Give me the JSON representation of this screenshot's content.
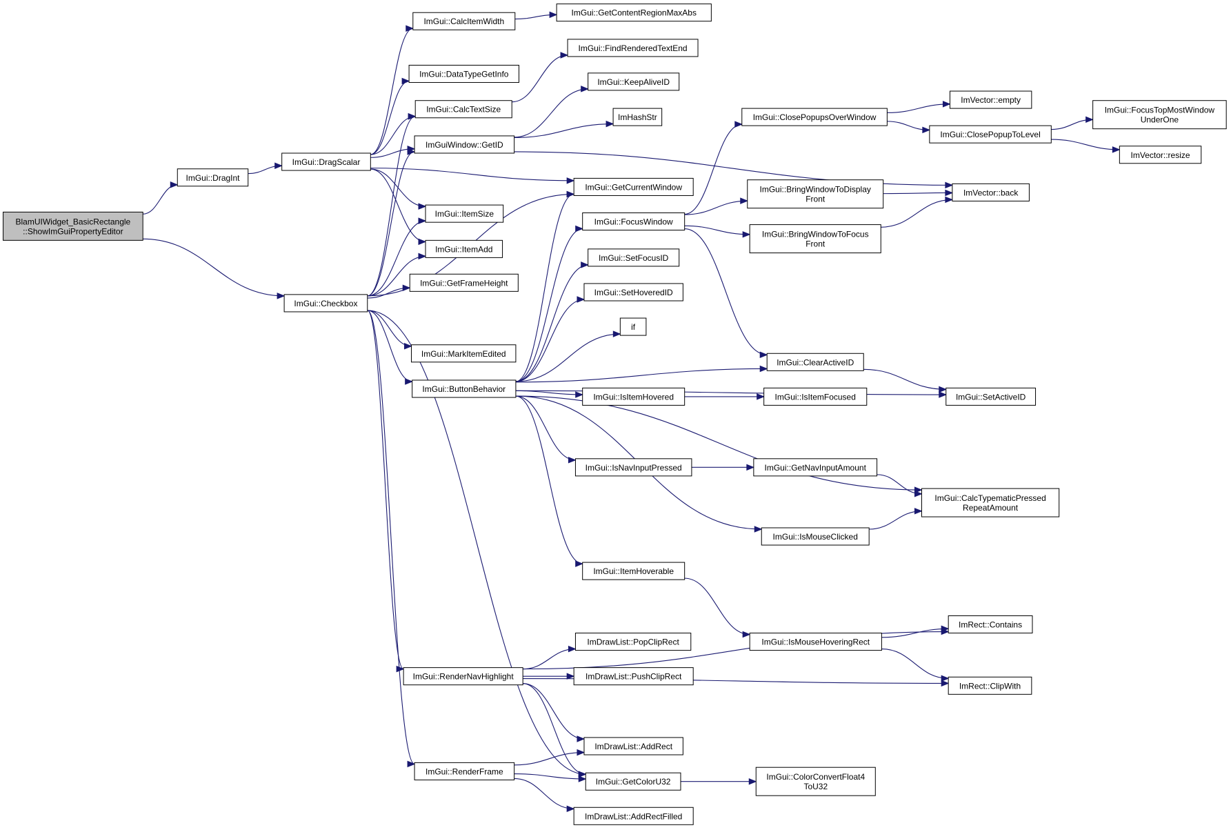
{
  "diagram": {
    "type": "call-graph",
    "nodes": [
      {
        "id": "root",
        "lines": [
          "BlamUIWidget_BasicRectangle",
          "::ShowImGuiPropertyEditor"
        ]
      },
      {
        "id": "dragint",
        "lines": [
          "ImGui::DragInt"
        ]
      },
      {
        "id": "checkbox",
        "lines": [
          "ImGui::Checkbox"
        ]
      },
      {
        "id": "dragscalar",
        "lines": [
          "ImGui::DragScalar"
        ]
      },
      {
        "id": "calcitemwidth",
        "lines": [
          "ImGui::CalcItemWidth"
        ]
      },
      {
        "id": "getcontentregionmaxabs",
        "lines": [
          "ImGui::GetContentRegionMaxAbs"
        ]
      },
      {
        "id": "datatypegetinfo",
        "lines": [
          "ImGui::DataTypeGetInfo"
        ]
      },
      {
        "id": "findrenderedtextend",
        "lines": [
          "ImGui::FindRenderedTextEnd"
        ]
      },
      {
        "id": "calctextsize",
        "lines": [
          "ImGui::CalcTextSize"
        ]
      },
      {
        "id": "keepaliveid",
        "lines": [
          "ImGui::KeepAliveID"
        ]
      },
      {
        "id": "imhashstr",
        "lines": [
          "ImHashStr"
        ]
      },
      {
        "id": "windowgetid",
        "lines": [
          "ImGuiWindow::GetID"
        ]
      },
      {
        "id": "getcurrentwindow",
        "lines": [
          "ImGui::GetCurrentWindow"
        ]
      },
      {
        "id": "itemsize",
        "lines": [
          "ImGui::ItemSize"
        ]
      },
      {
        "id": "focuswindow",
        "lines": [
          "ImGui::FocusWindow"
        ]
      },
      {
        "id": "itemadd",
        "lines": [
          "ImGui::ItemAdd"
        ]
      },
      {
        "id": "setfocusid",
        "lines": [
          "ImGui::SetFocusID"
        ]
      },
      {
        "id": "getframeheight",
        "lines": [
          "ImGui::GetFrameHeight"
        ]
      },
      {
        "id": "sethoveredid",
        "lines": [
          "ImGui::SetHoveredID"
        ]
      },
      {
        "id": "if",
        "lines": [
          "if"
        ]
      },
      {
        "id": "markitemedited",
        "lines": [
          "ImGui::MarkItemEdited"
        ]
      },
      {
        "id": "buttonbehavior",
        "lines": [
          "ImGui::ButtonBehavior"
        ]
      },
      {
        "id": "isitemhovered",
        "lines": [
          "ImGui::IsItemHovered"
        ]
      },
      {
        "id": "isnavinputpressed",
        "lines": [
          "ImGui::IsNavInputPressed"
        ]
      },
      {
        "id": "itemhoverable",
        "lines": [
          "ImGui::ItemHoverable"
        ]
      },
      {
        "id": "closepopupsoverwindow",
        "lines": [
          "ImGui::ClosePopupsOverWindow"
        ]
      },
      {
        "id": "vectorempty",
        "lines": [
          "ImVector::empty"
        ]
      },
      {
        "id": "closepopuptolevel",
        "lines": [
          "ImGui::ClosePopupToLevel"
        ]
      },
      {
        "id": "focustopmostwindow",
        "lines": [
          "ImGui::FocusTopMostWindow",
          "UnderOne"
        ]
      },
      {
        "id": "vectorresize",
        "lines": [
          "ImVector::resize"
        ]
      },
      {
        "id": "bringtodisplayfront",
        "lines": [
          "ImGui::BringWindowToDisplay",
          "Front"
        ]
      },
      {
        "id": "vectorback",
        "lines": [
          "ImVector::back"
        ]
      },
      {
        "id": "bringtofocusfront",
        "lines": [
          "ImGui::BringWindowToFocus",
          "Front"
        ]
      },
      {
        "id": "clearactiveid",
        "lines": [
          "ImGui::ClearActiveID"
        ]
      },
      {
        "id": "isitemfocused",
        "lines": [
          "ImGui::IsItemFocused"
        ]
      },
      {
        "id": "setactiveid",
        "lines": [
          "ImGui::SetActiveID"
        ]
      },
      {
        "id": "getnavinputamount",
        "lines": [
          "ImGui::GetNavInputAmount"
        ]
      },
      {
        "id": "calctypematic",
        "lines": [
          "ImGui::CalcTypematicPressed",
          "RepeatAmount"
        ]
      },
      {
        "id": "ismouseclicked",
        "lines": [
          "ImGui::IsMouseClicked"
        ]
      },
      {
        "id": "ismousehoveringrect",
        "lines": [
          "ImGui::IsMouseHoveringRect"
        ]
      },
      {
        "id": "rectcontains",
        "lines": [
          "ImRect::Contains"
        ]
      },
      {
        "id": "rectclipwith",
        "lines": [
          "ImRect::ClipWith"
        ]
      },
      {
        "id": "popcliprect",
        "lines": [
          "ImDrawList::PopClipRect"
        ]
      },
      {
        "id": "pushcliprect",
        "lines": [
          "ImDrawList::PushClipRect"
        ]
      },
      {
        "id": "rendernavhighlight",
        "lines": [
          "ImGui::RenderNavHighlight"
        ]
      },
      {
        "id": "addrect",
        "lines": [
          "ImDrawList::AddRect"
        ]
      },
      {
        "id": "renderframe",
        "lines": [
          "ImGui::RenderFrame"
        ]
      },
      {
        "id": "getcoloru32",
        "lines": [
          "ImGui::GetColorU32"
        ]
      },
      {
        "id": "colorconvert",
        "lines": [
          "ImGui::ColorConvertFloat4",
          "ToU32"
        ]
      },
      {
        "id": "addrectfilled",
        "lines": [
          "ImDrawList::AddRectFilled"
        ]
      }
    ],
    "edges": [
      [
        "root",
        "dragint"
      ],
      [
        "root",
        "checkbox"
      ],
      [
        "dragint",
        "dragscalar"
      ],
      [
        "dragscalar",
        "calcitemwidth"
      ],
      [
        "dragscalar",
        "datatypegetinfo"
      ],
      [
        "dragscalar",
        "calctextsize"
      ],
      [
        "dragscalar",
        "windowgetid"
      ],
      [
        "dragscalar",
        "getcurrentwindow"
      ],
      [
        "dragscalar",
        "itemsize"
      ],
      [
        "dragscalar",
        "itemadd"
      ],
      [
        "calcitemwidth",
        "getcontentregionmaxabs"
      ],
      [
        "calctextsize",
        "findrenderedtextend"
      ],
      [
        "windowgetid",
        "keepaliveid"
      ],
      [
        "windowgetid",
        "imhashstr"
      ],
      [
        "windowgetid",
        "vectorback"
      ],
      [
        "checkbox",
        "calctextsize"
      ],
      [
        "checkbox",
        "windowgetid"
      ],
      [
        "checkbox",
        "getcurrentwindow"
      ],
      [
        "checkbox",
        "itemsize"
      ],
      [
        "checkbox",
        "itemadd"
      ],
      [
        "checkbox",
        "getframeheight"
      ],
      [
        "checkbox",
        "markitemedited"
      ],
      [
        "checkbox",
        "buttonbehavior"
      ],
      [
        "checkbox",
        "rendernavhighlight"
      ],
      [
        "checkbox",
        "renderframe"
      ],
      [
        "checkbox",
        "getcoloru32"
      ],
      [
        "buttonbehavior",
        "getcurrentwindow"
      ],
      [
        "buttonbehavior",
        "focuswindow"
      ],
      [
        "buttonbehavior",
        "setfocusid"
      ],
      [
        "buttonbehavior",
        "sethoveredid"
      ],
      [
        "buttonbehavior",
        "if"
      ],
      [
        "buttonbehavior",
        "clearactiveid"
      ],
      [
        "buttonbehavior",
        "isitemhovered"
      ],
      [
        "buttonbehavior",
        "setactiveid"
      ],
      [
        "buttonbehavior",
        "isnavinputpressed"
      ],
      [
        "buttonbehavior",
        "calctypematic"
      ],
      [
        "buttonbehavior",
        "ismouseclicked"
      ],
      [
        "buttonbehavior",
        "itemhoverable"
      ],
      [
        "focuswindow",
        "closepopupsoverwindow"
      ],
      [
        "focuswindow",
        "bringtodisplayfront"
      ],
      [
        "focuswindow",
        "bringtofocusfront"
      ],
      [
        "focuswindow",
        "clearactiveid"
      ],
      [
        "closepopupsoverwindow",
        "vectorempty"
      ],
      [
        "closepopupsoverwindow",
        "closepopuptolevel"
      ],
      [
        "closepopuptolevel",
        "focustopmostwindow"
      ],
      [
        "closepopuptolevel",
        "vectorresize"
      ],
      [
        "bringtodisplayfront",
        "vectorback"
      ],
      [
        "bringtofocusfront",
        "vectorback"
      ],
      [
        "clearactiveid",
        "setactiveid"
      ],
      [
        "isitemhovered",
        "isitemfocused"
      ],
      [
        "isnavinputpressed",
        "getnavinputamount"
      ],
      [
        "getnavinputamount",
        "calctypematic"
      ],
      [
        "ismouseclicked",
        "calctypematic"
      ],
      [
        "itemhoverable",
        "ismousehoveringrect"
      ],
      [
        "ismousehoveringrect",
        "rectcontains"
      ],
      [
        "ismousehoveringrect",
        "rectclipwith"
      ],
      [
        "rendernavhighlight",
        "popcliprect"
      ],
      [
        "rendernavhighlight",
        "pushcliprect"
      ],
      [
        "rendernavhighlight",
        "rectcontains"
      ],
      [
        "rendernavhighlight",
        "rectclipwith"
      ],
      [
        "rendernavhighlight",
        "addrect"
      ],
      [
        "rendernavhighlight",
        "getcoloru32"
      ],
      [
        "renderframe",
        "addrect"
      ],
      [
        "renderframe",
        "getcoloru32"
      ],
      [
        "renderframe",
        "addrectfilled"
      ],
      [
        "getcoloru32",
        "colorconvert"
      ]
    ],
    "colors": {
      "edge": "#191970",
      "root_fill": "#bfbfbf",
      "node_fill": "#ffffff",
      "border": "#000000"
    }
  }
}
